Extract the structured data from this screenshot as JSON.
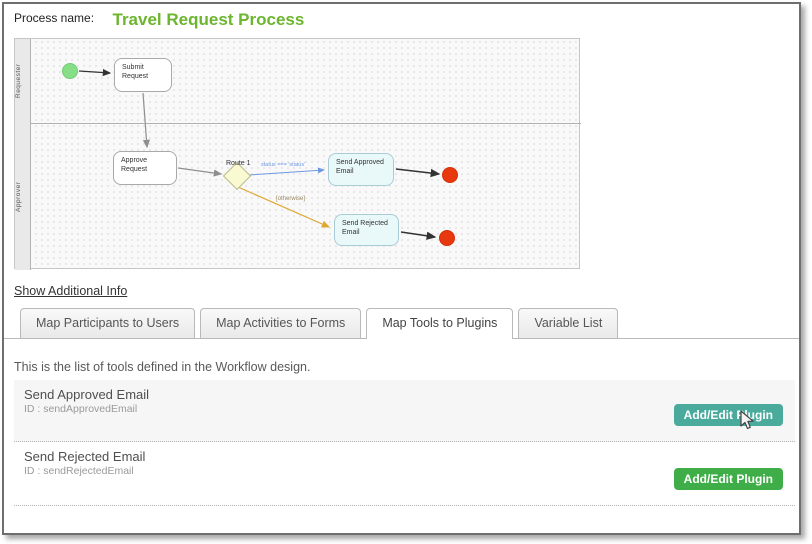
{
  "header": {
    "label": "Process name:",
    "title": "Travel Request Process"
  },
  "diagram": {
    "lanes": [
      {
        "label": "Requester"
      },
      {
        "label": "Approver"
      }
    ],
    "nodes": {
      "submit": "Submit Request",
      "approve": "Approve Request",
      "route": "Route 1",
      "approved_tool": "Send Approved Email",
      "rejected_tool": "Send Rejected Email"
    },
    "edge_labels": {
      "condition": "status === 'status'",
      "otherwise": "[otherwise]"
    }
  },
  "links": {
    "show_additional_info": "Show Additional Info"
  },
  "tabs": [
    {
      "label": "Map Participants to Users"
    },
    {
      "label": "Map Activities to Forms"
    },
    {
      "label": "Map Tools to Plugins"
    },
    {
      "label": "Variable List"
    }
  ],
  "active_tab": "Map Tools to Plugins",
  "panel": {
    "description": "This is the list of tools defined in the Workflow design.",
    "tools": [
      {
        "name": "Send Approved Email",
        "id": "ID : sendApprovedEmail",
        "button_label": "Add/Edit Plugin",
        "button_color": "#4aab9d"
      },
      {
        "name": "Send Rejected Email",
        "id": "ID : sendRejectedEmail",
        "button_label": "Add/Edit Plugin",
        "button_color": "#3fae49"
      }
    ]
  },
  "colors": {
    "title_green": "#6cb52f",
    "start_event": "#86de87",
    "end_event": "#e8380d",
    "gateway_fill": "#fafad2",
    "tool_task_fill": "#e9f8f9",
    "condition_edge": "#6f98e0",
    "otherwise_edge": "#dfa733"
  }
}
